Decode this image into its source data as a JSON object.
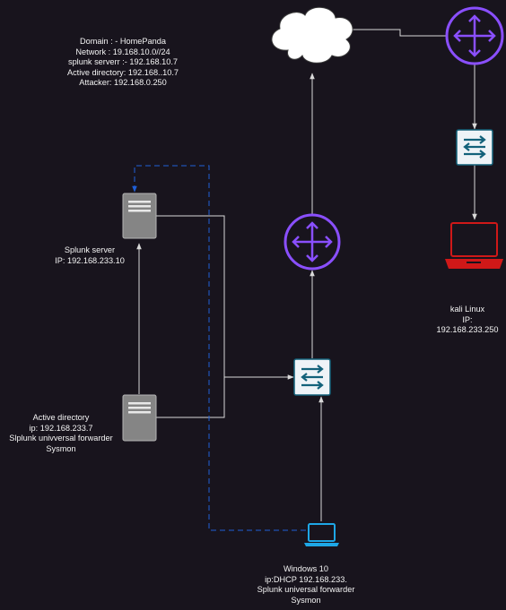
{
  "info_box": {
    "lines": [
      "Domain : -  HomePanda",
      "Network : 19.168.10.0//24",
      "splunk serverr :- 192.168.10.7",
      "Active directory: 192.168..10.7",
      "Attacker: 192.168.0.250"
    ]
  },
  "nodes": {
    "splunk_server": {
      "icon": "server-icon",
      "lines": [
        "Splunk server",
        "IP:  192.168.233.10"
      ]
    },
    "active_directory": {
      "icon": "server-icon",
      "lines": [
        "Active directory",
        "ip: 192.168.233.7",
        "Slplunk univversal forwarder",
        "Sysmon"
      ]
    },
    "windows10": {
      "icon": "laptop-icon",
      "lines": [
        "Windows 10",
        "ip:DHCP 192.168.233.",
        "Splunk universal forwarder",
        "Sysmon"
      ]
    },
    "kali": {
      "icon": "laptop-icon",
      "lines": [
        "kali Linux",
        "IP:",
        "192.168.233.250"
      ]
    },
    "router_internal": {
      "icon": "router-icon"
    },
    "router_external": {
      "icon": "router-icon"
    },
    "switch_internal": {
      "icon": "switch-icon"
    },
    "switch_external": {
      "icon": "switch-icon"
    },
    "internet_cloud": {
      "icon": "cloud-icon"
    }
  },
  "colors": {
    "background": "#18141d",
    "connector": "#d9d9d9",
    "dashed_link": "#1f5fd6",
    "router_stroke": "#8a4fff",
    "switch_fill": "#eef3f7",
    "switch_arrows": "#12617a",
    "server_fill": "#858585",
    "windows_laptop": "#1ea7e6",
    "kali_laptop": "#d01818",
    "text": "#f4f4f4"
  }
}
